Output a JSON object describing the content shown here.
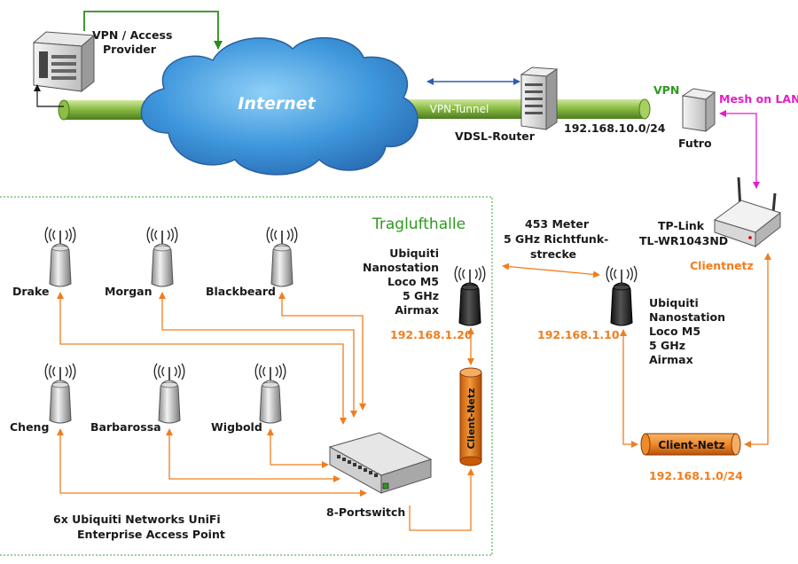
{
  "internet": {
    "label": "Internet"
  },
  "provider": {
    "line1": "VPN / Access",
    "line2": "Provider"
  },
  "vpn_tunnel": {
    "label": "VPN-Tunnel"
  },
  "vdsl_router": {
    "label": "VDSL-Router",
    "subnet": "192.168.10.0/24"
  },
  "futro": {
    "label": "Futro",
    "vpn_label": "VPN",
    "mesh_label": "Mesh on LAN"
  },
  "traglufthalle": {
    "label": "Traglufthalle"
  },
  "link": {
    "line1": "453 Meter",
    "line2": "5 GHz Richtfunk-",
    "line3": "strecke"
  },
  "tplink": {
    "line1": "TP-Link",
    "line2": "TL-WR1043ND",
    "clientnetz": "Clientnetz"
  },
  "nanostation_left": {
    "line1": "Ubiquiti",
    "line2": "Nanostation",
    "line3": "Loco M5",
    "line4": "5 GHz",
    "line5": "Airmax",
    "ip": "192.168.1.20"
  },
  "nanostation_right": {
    "line1": "Ubiquiti",
    "line2": "Nanostation",
    "line3": "Loco M5",
    "line4": "5 GHz",
    "line5": "Airmax",
    "ip": "192.168.1.10"
  },
  "client_netz_left": {
    "label": "Client-Netz"
  },
  "client_netz_right": {
    "label": "Client-Netz",
    "subnet": "192.168.1.0/24"
  },
  "access_points": [
    {
      "name": "Drake"
    },
    {
      "name": "Morgan"
    },
    {
      "name": "Blackbeard"
    },
    {
      "name": "Cheng"
    },
    {
      "name": "Barbarossa"
    },
    {
      "name": "Wigbold"
    }
  ],
  "ap_caption": {
    "line1": "6x Ubiquiti Networks UniFi",
    "line2": "Enterprise Access Point"
  },
  "switch": {
    "label": "8-Portswitch"
  },
  "colors": {
    "orange": "#f07d1e",
    "green": "#2e9a1e",
    "magenta": "#e21ec8",
    "blue": "#2e5fb0",
    "cloud": "#3e8fd8"
  }
}
